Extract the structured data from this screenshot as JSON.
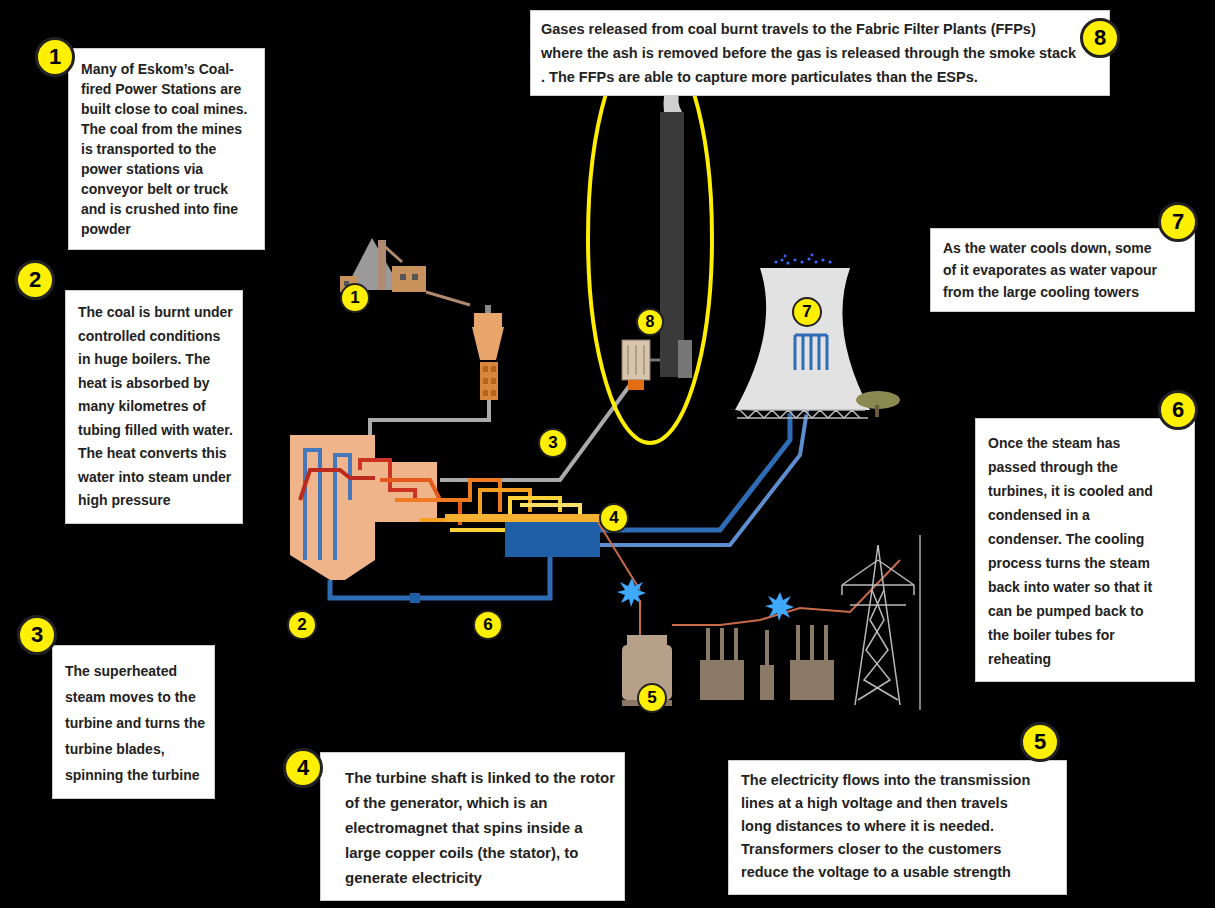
{
  "diagram": {
    "nodes": [
      {
        "text": [
          "1"
        ]
      },
      {
        "text": [
          "Many of Eskom’s Coal-fired Power Stations are built close to coal mines. The coal from the mines is transported to the power stations via conveyor belt or truck and is crushed into fine powder"
        ]
      },
      {
        "text": [
          "8"
        ]
      },
      {
        "text": [
          "Gases released from coal burnt travels to the Fabric Filter Plants (FFPs) where the ash is removed before the gas is released through the smoke stack . The FFPs are able to capture more particulates than the ESPs."
        ]
      },
      {
        "text": [
          "2"
        ]
      },
      {
        "text": [
          "The coal is burnt under controlled conditions in huge boilers. The heat is absorbed by many kilometres of tubing filled with water. The heat converts this water into steam under high pressure"
        ]
      },
      {
        "text": [
          "7"
        ]
      },
      {
        "text": [
          "As the water cools down, some of it evaporates as water vapour from the large cooling towers"
        ]
      },
      {
        "text": [
          "6"
        ]
      },
      {
        "text": [
          "Once the steam has passed through the turbines, it is cooled and condensed in a condenser. The cooling process turns the steam back into water so that it can be pumped back to the boiler tubes for reheating"
        ]
      },
      {
        "text": [
          "3"
        ]
      },
      {
        "text": [
          "The superheated steam moves to the turbine and turns the turbine blades, spinning the turbine"
        ]
      },
      {
        "text": [
          "4"
        ]
      },
      {
        "text": [
          "The turbine shaft is linked to the rotor of the generator, which is an electromagnet that spins inside a large copper coils (the stator), to generate electricity"
        ]
      },
      {
        "text": [
          "5"
        ]
      },
      {
        "text": [
          "The electricity flows into the transmission lines at a high voltage and then travels long distances to where it is needed. Transformers closer to the customers reduce the voltage to a usable strength"
        ]
      },
      {
        "text": [
          "1"
        ]
      },
      {
        "text": [
          "8"
        ]
      },
      {
        "text": [
          "7"
        ]
      },
      {
        "text": [
          "3"
        ]
      },
      {
        "text": [
          "4"
        ]
      },
      {
        "text": [
          "2"
        ]
      },
      {
        "text": [
          "6"
        ]
      },
      {
        "text": [
          "5"
        ]
      }
    ]
  }
}
